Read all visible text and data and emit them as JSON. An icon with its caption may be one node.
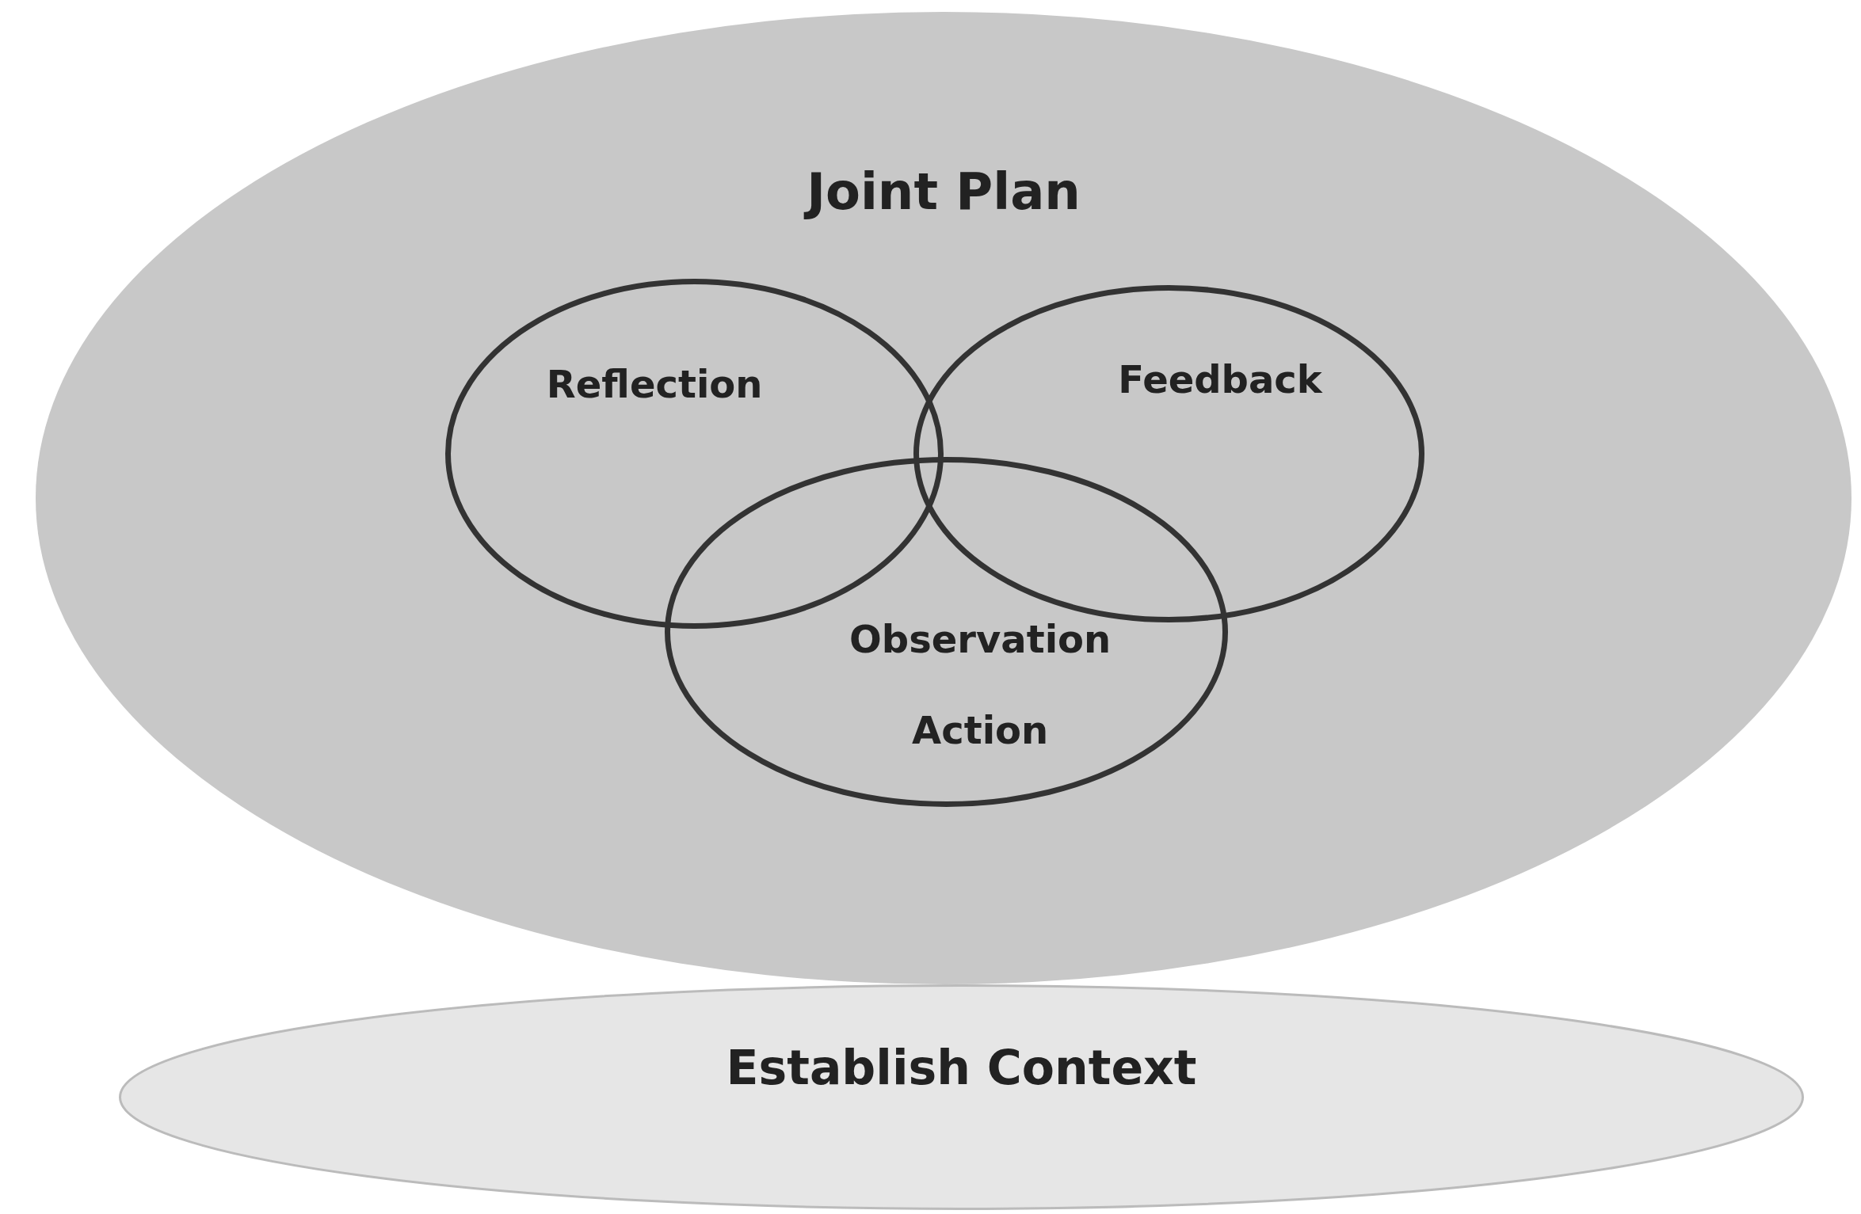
{
  "diagram": {
    "nodes": [
      {
        "text": [
          "Joint Plan"
        ]
      },
      {
        "text": [
          "Reflection"
        ],
        "in": 0
      },
      {
        "text": [
          "Feedback"
        ],
        "in": 0
      },
      {
        "text": [
          "Observation",
          "Action"
        ],
        "in": 0
      },
      {
        "text": [
          "Establish Context"
        ]
      }
    ]
  }
}
